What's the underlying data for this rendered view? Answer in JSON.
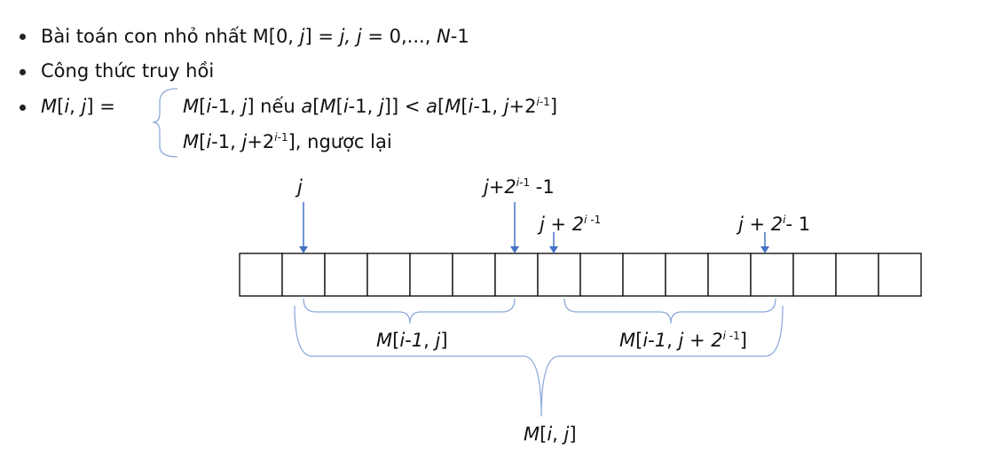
{
  "bullets": {
    "b1": {
      "text_start": "Bài toán con nhỏ nhất M[0, ",
      "text_j1": "j",
      "text_mid": "] = ",
      "text_j2": "j, j",
      "text_end": " = 0,..., ",
      "text_n": "N",
      "text_tail": "-1"
    },
    "b2": {
      "text": "Công thức truy hồi"
    },
    "b3": {
      "lhs_m": "M",
      "lhs_open": "[",
      "lhs_i": "i",
      "lhs_comma": ", ",
      "lhs_j": "j",
      "lhs_close": "] ="
    }
  },
  "cases": {
    "case1": {
      "p1": "M",
      "p2": "[",
      "p3": "i",
      "p4": "-1, ",
      "p5": "j",
      "p6": "] nếu ",
      "p7": "a",
      "p8": "[",
      "p9": "M",
      "p10": "[",
      "p11": "i",
      "p12": "-1, ",
      "p13": "j",
      "p14": "]] < ",
      "p15": "a",
      "p16": "[",
      "p17": "M",
      "p18": "[",
      "p19": "i",
      "p20": "-1, ",
      "p21": "j",
      "p22": "+2",
      "p23": "i",
      "p24": "-1",
      "p25": "]"
    },
    "case2": {
      "p1": "M",
      "p2": "[",
      "p3": "i",
      "p4": "-1, ",
      "p5": "j",
      "p6": "+2",
      "p7": "i",
      "p8": "-1",
      "p9": "], ngược lại"
    }
  },
  "diagram": {
    "arrow_labels": {
      "a1": {
        "j": "j"
      },
      "a2": {
        "base": "j+2",
        "sup_i": "i",
        "sup_rest": "-1",
        "tail": " -1"
      },
      "a3": {
        "base": "j + 2",
        "sup_i": "i",
        "sup_rest": " -1"
      },
      "a4": {
        "base": "j + 2",
        "sup_i": "i",
        "tail": "- 1"
      }
    },
    "brace_labels": {
      "left": {
        "m": "M",
        "open": "[",
        "i": "i-1",
        "comma": ", ",
        "j": "j",
        "close": "]"
      },
      "right": {
        "m": "M",
        "open": "[",
        "i": "i-1",
        "comma": ", ",
        "j": "j",
        "plus": " + 2",
        "sup_i": "i",
        "sup_rest": " -1",
        "close": "]"
      },
      "bottom": {
        "m": "M",
        "open": "[",
        "i": "i",
        "comma": ", ",
        "j": "j",
        "close": "]"
      }
    },
    "cell_count": 16,
    "colors": {
      "arrow": "#4472c4",
      "brace": "#8ea9db",
      "cell_border": "#000000"
    }
  }
}
